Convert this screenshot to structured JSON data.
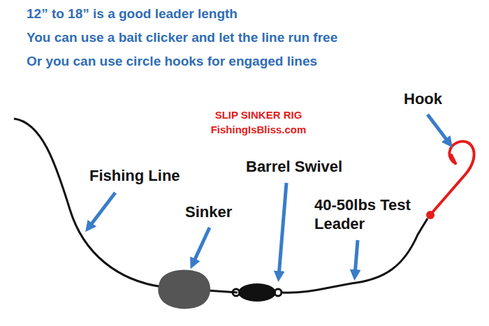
{
  "diagram": {
    "title": "SLIP SINKER RIG",
    "labels": [
      "12” to 18” is a good leader length",
      "You can use a bait clicker and let the line run free",
      "Or you can use circle hooks for engaged lines",
      "FishingIsBliss.com",
      "Fishing Line",
      "Sinker",
      "Barrel Swivel",
      "40-50lbs Test Leader",
      "Hook"
    ]
  }
}
